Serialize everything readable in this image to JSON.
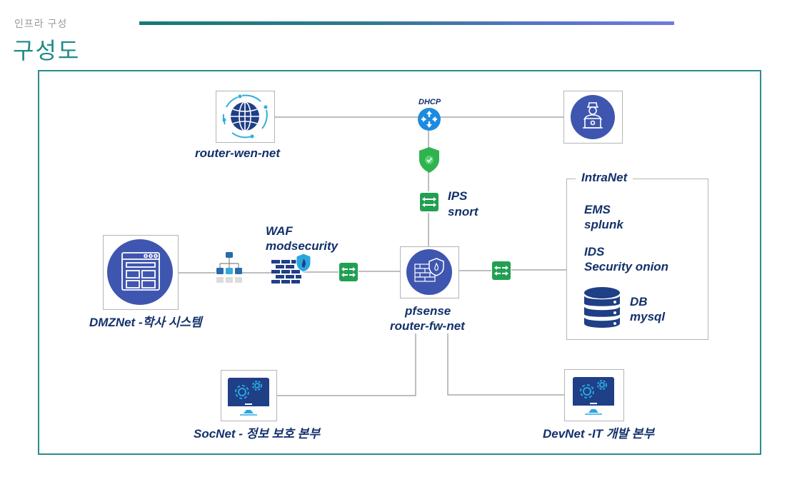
{
  "header": {
    "subtitle": "인프라 구성",
    "title": "구성도"
  },
  "colors": {
    "title": "#1f8a8a",
    "frame": "#2a8b8b",
    "label": "#13316b",
    "node_circle": "#3f56b0",
    "switch_green": "#22a052",
    "shield_green": "#2fb34f",
    "router_blue": "#1d8be0",
    "connector": "#a8a8a8"
  },
  "diagram": {
    "nodes": {
      "router_wan": {
        "label": "router-wen-net",
        "icon": "globe-icon"
      },
      "dhcp": {
        "label": "DHCP",
        "icon": "router-icon"
      },
      "shield": {
        "icon": "shield-check-icon"
      },
      "hacker": {
        "icon": "hacker-icon"
      },
      "ips": {
        "line1": "IPS",
        "line2": "snort",
        "icon": "switch-icon"
      },
      "dmz": {
        "label": "DMZNet -학사 시스템",
        "icon": "web-app-icon"
      },
      "hierarchy": {
        "icon": "hierarchy-icon"
      },
      "waf": {
        "line1": "WAF",
        "line2": "modsecurity",
        "icon": "firewall-icon"
      },
      "waf_switch": {
        "icon": "switch-icon"
      },
      "pfsense": {
        "line1": "pfsense",
        "line2": "router-fw-net",
        "icon": "firewall-shield-icon"
      },
      "intra_switch": {
        "icon": "switch-icon"
      },
      "intranet": {
        "title": "IntraNet",
        "ems_line1": "EMS",
        "ems_line2": "splunk",
        "ids_line1": "IDS",
        "ids_line2": "Security onion",
        "db_line1": "DB",
        "db_line2": "mysql",
        "db_icon": "database-icon"
      },
      "soc": {
        "label": "SocNet - 정보 보호 본부",
        "icon": "monitor-gear-icon"
      },
      "dev": {
        "label": "DevNet -IT 개발 본부",
        "icon": "monitor-gear-icon"
      }
    }
  }
}
